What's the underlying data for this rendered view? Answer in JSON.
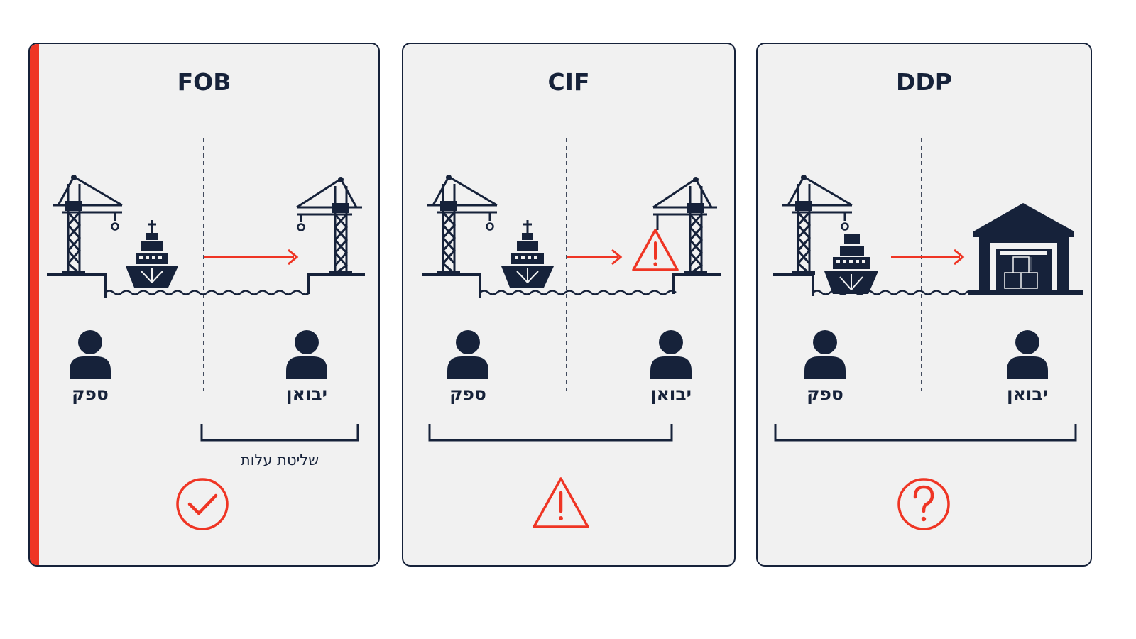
{
  "panels": [
    {
      "title": "FOB",
      "origin_icon": "port-crane-icon",
      "destination_icon": "port-crane-icon",
      "status_icon": "checkmark-circle-icon",
      "seller_label": "ספק",
      "buyer_label": "יבואן",
      "control_label": "שליטת עלות",
      "highlighted": true
    },
    {
      "title": "CIF",
      "origin_icon": "port-crane-icon",
      "destination_icon": "port-crane-icon",
      "status_icon": "warning-triangle-icon",
      "seller_label": "ספק",
      "buyer_label": "יבואן",
      "control_label": "",
      "highlighted": false
    },
    {
      "title": "DDP",
      "origin_icon": "port-crane-icon",
      "destination_icon": "warehouse-icon",
      "status_icon": "question-circle-icon",
      "seller_label": "ספק",
      "buyer_label": "יבואן",
      "control_label": "",
      "highlighted": false
    }
  ],
  "colors": {
    "ink": "#16223a",
    "accent": "#ef3524",
    "panel_bg": "#f1f1f1"
  }
}
